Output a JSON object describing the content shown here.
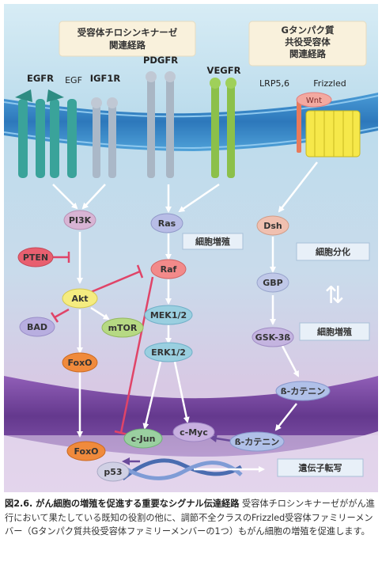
{
  "headers": {
    "rtk": [
      "受容体チロシンキナーゼ",
      "関連経路"
    ],
    "gpcr": [
      "Gタンパク質",
      "共役受容体",
      "関連経路"
    ]
  },
  "receptors": {
    "egfr": "EGFR",
    "egf": "EGF",
    "igf1r": "IGF1R",
    "pdgfr": "PDGFR",
    "vegfr": "VEGFR",
    "lrp": "LRP5,6",
    "frizzled": "Frizzled",
    "wnt": "Wnt"
  },
  "nodes": {
    "pi3k": "PI3K",
    "pten": "PTEN",
    "akt": "Akt",
    "bad": "BAD",
    "mtor": "mTOR",
    "foxo_upper": "FoxO",
    "foxo_lower": "FoxO",
    "ras": "Ras",
    "raf": "Raf",
    "mek": "MEK1/2",
    "erk": "ERK1/2",
    "cjun": "c-Jun",
    "cmyc": "c-Myc",
    "p53": "p53",
    "dsh": "Dsh",
    "gbp": "GBP",
    "gsk": "GSK-3ß",
    "bcat_upper": "ß-カテニン",
    "bcat_lower": "ß-カテニン"
  },
  "labels": {
    "prolif1": "細胞増殖",
    "diff": "細胞分化",
    "prolif2": "細胞増殖",
    "transcription": "遺伝子転写",
    "arrow_symbol": "⇅"
  },
  "caption": {
    "title": "図2.6. がん細胞の増殖を促進する重要なシグナル伝達経路",
    "body": "受容体チロシンキナーゼががん進行において果たしている既知の役割の他に、調節不全クラスのFrizzled受容体ファミリーメンバー（Gタンパク質共役受容体ファミリーメンバーの1つ）もがん細胞の増殖を促進します。"
  },
  "colors": {
    "pi3k": "#d8b4d4",
    "pten": "#e85f6f",
    "akt": "#f5ec80",
    "bad": "#b8aee0",
    "mtor": "#b6d983",
    "foxo": "#f08a3c",
    "ras": "#b8bde6",
    "raf": "#f28a8a",
    "mek": "#9acfe0",
    "erk": "#9acfe0",
    "cjun": "#9acfa0",
    "cmyc": "#c8b0e0",
    "p53": "#d0d0e4",
    "dsh": "#f0c0b0",
    "gbp": "#c0c8e8",
    "gsk": "#c4b4e0",
    "bcat": "#b0c0e8",
    "inhibit": "#e04468",
    "frizzled": "#f6e84a"
  }
}
